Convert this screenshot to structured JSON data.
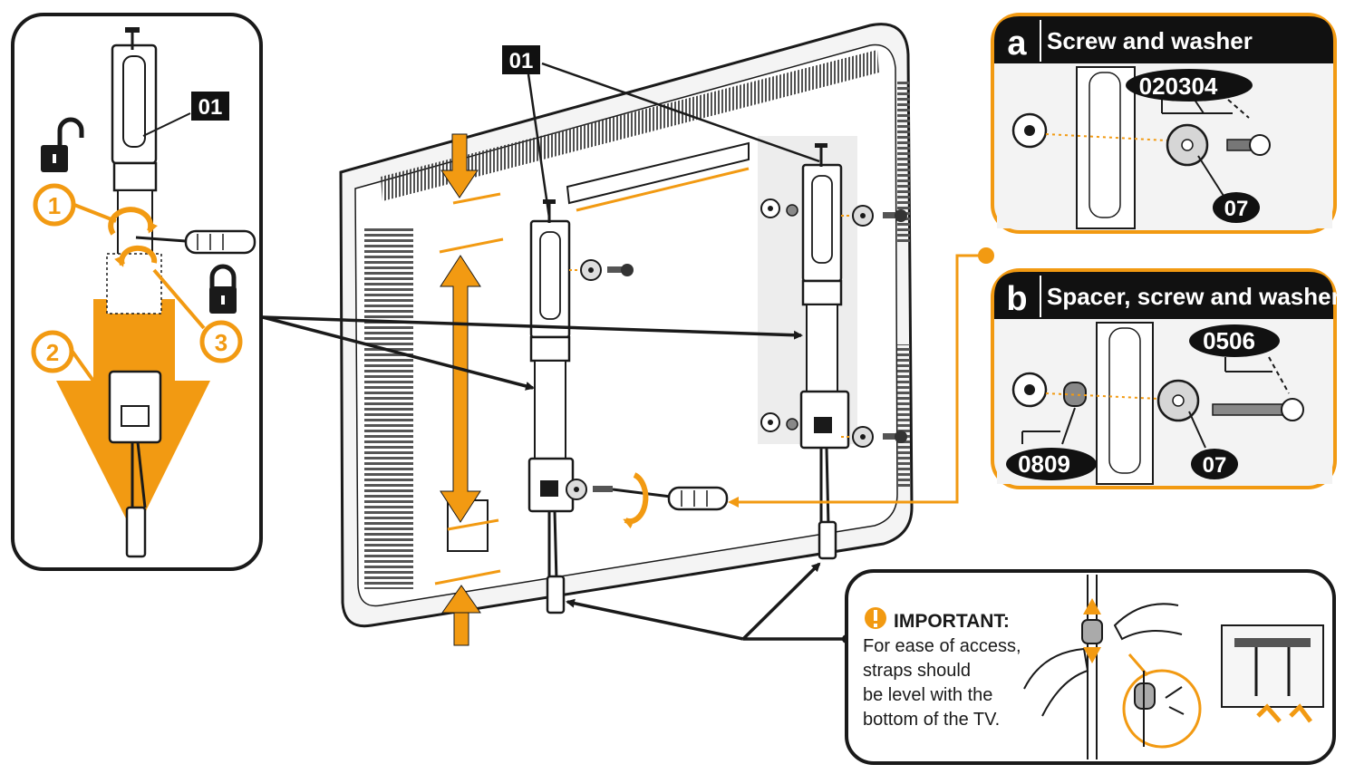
{
  "colors": {
    "accent": "#F29A12",
    "ink": "#1a1a1a",
    "panel_fill": "#f0f0f0",
    "label_bg": "#111111"
  },
  "left_panel": {
    "part_label": "01",
    "steps": [
      "1",
      "2",
      "3"
    ],
    "icons": [
      "unlock-icon",
      "lock-icon",
      "screwdriver-icon"
    ]
  },
  "main": {
    "part_label": "01"
  },
  "panel_a": {
    "letter": "a",
    "title": "Screw and washer",
    "labels": {
      "top": "020304",
      "bottom": "07"
    }
  },
  "panel_b": {
    "letter": "b",
    "title": "Spacer, screw and washer",
    "labels": {
      "top": "0506",
      "left": "0809",
      "bottom": "07"
    }
  },
  "important": {
    "heading": "IMPORTANT:",
    "lines": [
      "For ease of access,",
      "straps should",
      "be level with the",
      "bottom of the TV."
    ],
    "icon": "exclamation-icon"
  }
}
